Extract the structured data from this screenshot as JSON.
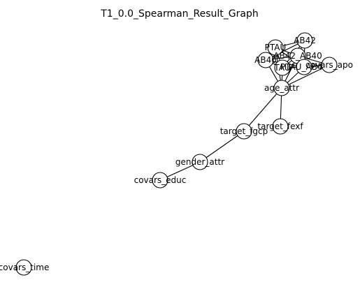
{
  "title": "T1_0.0_Spearman_Result_Graph",
  "colors": {
    "background": "#ffffff",
    "node_fill": "#ffffff",
    "node_stroke": "#000000",
    "edge": "#000000",
    "text": "#000000"
  },
  "nodes": [
    {
      "id": "ab42",
      "label": "AB42"
    },
    {
      "id": "ptau",
      "label": "PTAU"
    },
    {
      "id": "ab42_ab40",
      "label": "AB42_AB40"
    },
    {
      "id": "ab40",
      "label": "AB40"
    },
    {
      "id": "tau",
      "label": "TAU"
    },
    {
      "id": "ptau_ab42",
      "label": "PTAU_AB42"
    },
    {
      "id": "covars_apo",
      "label": "covars_apo"
    },
    {
      "id": "age_attr",
      "label": "age_attr"
    },
    {
      "id": "target_fexf",
      "label": "target_fexf"
    },
    {
      "id": "target_fgcp",
      "label": "target_fgcp"
    },
    {
      "id": "gender_attr",
      "label": "gender_attr"
    },
    {
      "id": "covars_educ",
      "label": "covars_educ"
    },
    {
      "id": "covars_time",
      "label": "covars_time"
    }
  ],
  "edges": [
    [
      "ab42",
      "ptau"
    ],
    [
      "ab42",
      "ab42_ab40"
    ],
    [
      "ab42",
      "tau"
    ],
    [
      "ab42",
      "ptau_ab42"
    ],
    [
      "ab42",
      "ab40"
    ],
    [
      "ptau",
      "ab42_ab40"
    ],
    [
      "ptau",
      "ab40"
    ],
    [
      "ptau",
      "tau"
    ],
    [
      "ptau",
      "ptau_ab42"
    ],
    [
      "ptau",
      "age_attr"
    ],
    [
      "ab42_ab40",
      "ab40"
    ],
    [
      "ab42_ab40",
      "tau"
    ],
    [
      "ab42_ab40",
      "ptau_ab42"
    ],
    [
      "ab42_ab40",
      "covars_apo"
    ],
    [
      "ab42_ab40",
      "age_attr"
    ],
    [
      "ab40",
      "tau"
    ],
    [
      "ab40",
      "ptau_ab42"
    ],
    [
      "ab40",
      "age_attr"
    ],
    [
      "tau",
      "ptau_ab42"
    ],
    [
      "tau",
      "covars_apo"
    ],
    [
      "tau",
      "age_attr"
    ],
    [
      "ptau_ab42",
      "covars_apo"
    ],
    [
      "ptau_ab42",
      "age_attr"
    ],
    [
      "covars_apo",
      "age_attr"
    ],
    [
      "age_attr",
      "target_fexf"
    ],
    [
      "age_attr",
      "target_fgcp"
    ],
    [
      "target_fgcp",
      "gender_attr"
    ],
    [
      "gender_attr",
      "covars_educ"
    ]
  ]
}
